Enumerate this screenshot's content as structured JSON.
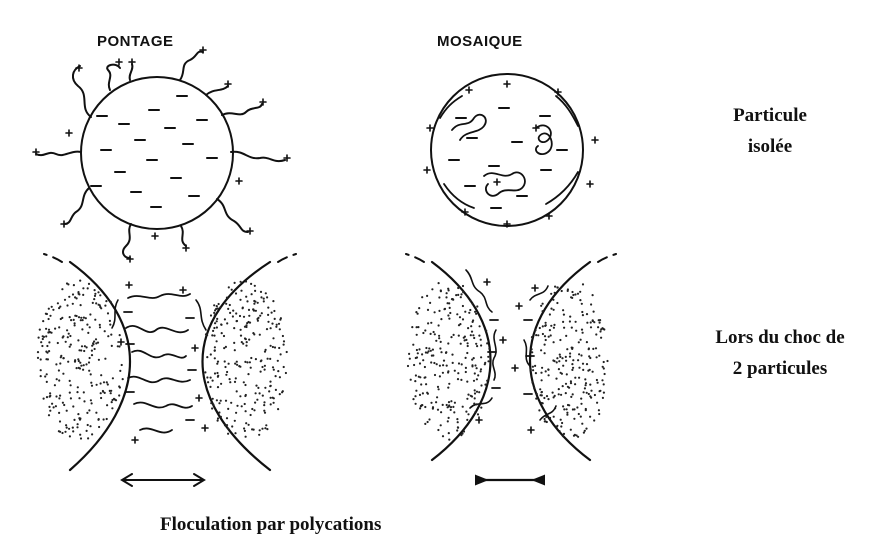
{
  "columns": {
    "pontage": "PONTAGE",
    "mosaique": "MOSAIQUE"
  },
  "rows": {
    "isolated_line1": "Particule",
    "isolated_line2": "isolée",
    "collision_line1": "Lors du choc de",
    "collision_line2": "2 particules"
  },
  "caption": "Floculation par polycations"
}
